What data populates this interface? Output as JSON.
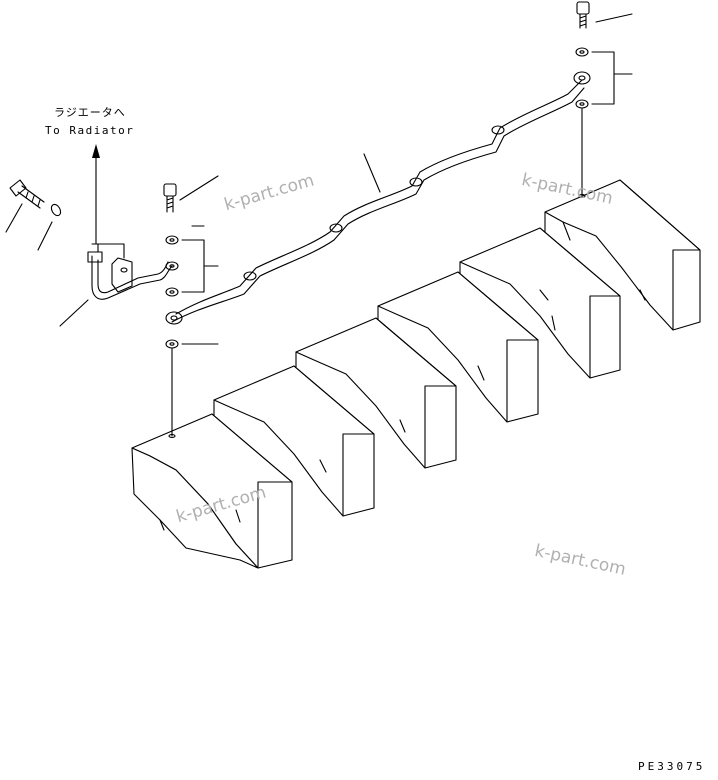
{
  "labels": {
    "radiator_jp": "ラジエータへ",
    "radiator_en": "To Radiator",
    "drawing_code": "PE33075"
  },
  "watermarks": [
    "k-part.com",
    "k-part.com",
    "k-part.com",
    "k-part.com"
  ]
}
